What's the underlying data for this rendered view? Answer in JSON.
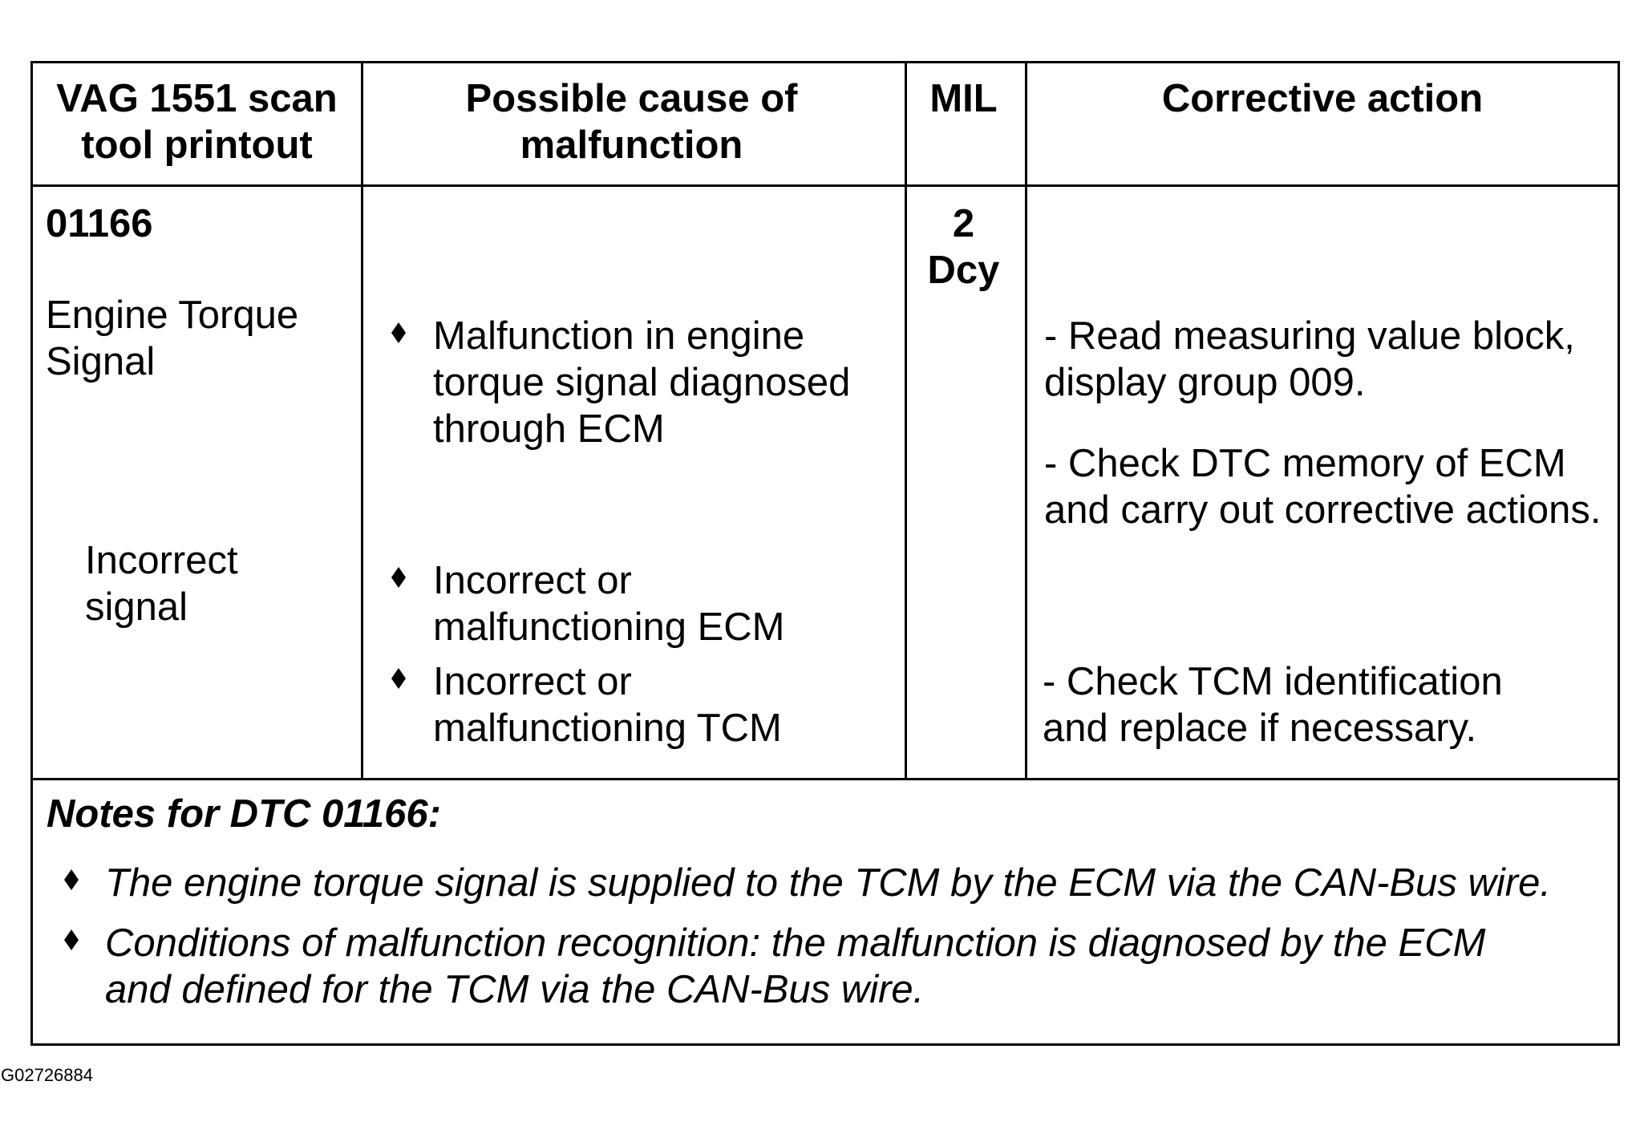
{
  "table": {
    "headers": {
      "printout": [
        "VAG 1551 scan",
        "tool printout"
      ],
      "cause": [
        "Possible cause of",
        "malfunction"
      ],
      "mil": "MIL",
      "action": "Corrective action"
    },
    "row": {
      "dtc_code": "01166",
      "signal_name": [
        "Engine Torque",
        "Signal"
      ],
      "sub_condition": [
        "Incorrect",
        "signal"
      ],
      "mil": [
        "2",
        "Dcy"
      ],
      "causes": [
        [
          "Malfunction in engine",
          "torque signal diagnosed",
          "through ECM"
        ],
        [
          "Incorrect or",
          "malfunctioning ECM"
        ],
        [
          "Incorrect or",
          "malfunctioning TCM"
        ]
      ],
      "actions": [
        [
          "- Read measuring value block,",
          "display group 009."
        ],
        [
          "- Check DTC memory of ECM",
          "and carry out corrective actions."
        ],
        [
          "- Check TCM identification",
          "and replace if necessary."
        ]
      ]
    },
    "notes": {
      "title": "Notes for DTC 01166:",
      "items": [
        [
          "The engine torque signal is supplied to the TCM by the ECM via the CAN-Bus wire."
        ],
        [
          "Conditions of malfunction recognition: the malfunction is diagnosed by the ECM",
          "and defined for the TCM via the CAN-Bus wire."
        ]
      ]
    }
  },
  "figure_code": "G02726884"
}
